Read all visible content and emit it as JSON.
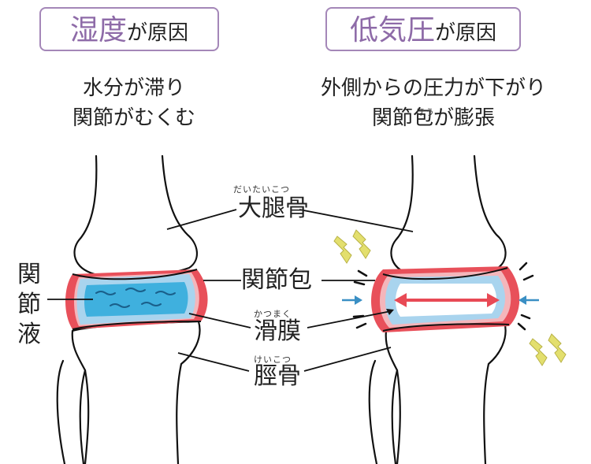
{
  "left_panel": {
    "title_main": "湿度",
    "title_suffix": "が原因",
    "caption_line1": "水分が滞り",
    "caption_line2": "関節がむくむ"
  },
  "right_panel": {
    "title_main": "低気圧",
    "title_suffix": "が原因",
    "caption_line1": "外側からの圧力が下がり",
    "caption_line2": "関節包が膨張",
    "caption_ruby": "ほう"
  },
  "labels": {
    "femur": "大腿骨",
    "femur_ruby": "だいたいこつ",
    "capsule": "関節包",
    "synovium": "滑膜",
    "synovium_ruby": "かつまく",
    "tibia": "脛骨",
    "tibia_ruby": "けいこつ",
    "synovial_fluid_1": "関",
    "synovial_fluid_2": "節",
    "synovial_fluid_3": "液"
  },
  "colors": {
    "title_border": "#a487b8",
    "title_text": "#8e6ba8",
    "capsule": "#e8505a",
    "capsule_light": "#f4b6bb",
    "synovium": "#a9d4ee",
    "fluid": "#3fb0de",
    "arrow_red": "#e84a55",
    "arrow_blue": "#3a8fc4",
    "lightning": "#e3df6e"
  }
}
